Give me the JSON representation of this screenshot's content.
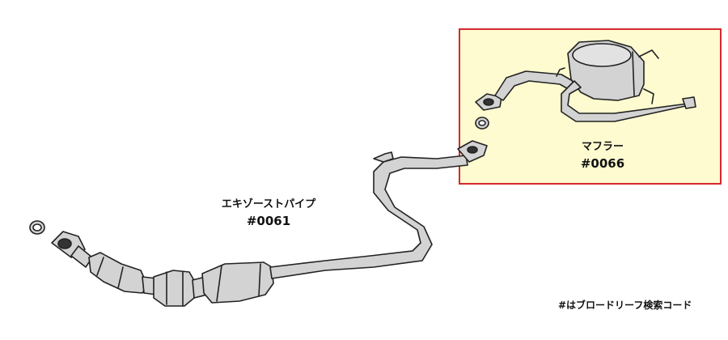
{
  "parts": {
    "exhaust_pipe": {
      "name": "エキゾーストパイプ",
      "code": "#0061"
    },
    "muffler": {
      "name": "マフラー",
      "code": "#0066"
    }
  },
  "footnote": "#はブロードリーフ検索コード",
  "colors": {
    "highlight_border": "#d4292f",
    "highlight_fill": "#fdfbcf",
    "part_fill": "#d3d3d3",
    "part_outline": "#222222"
  }
}
